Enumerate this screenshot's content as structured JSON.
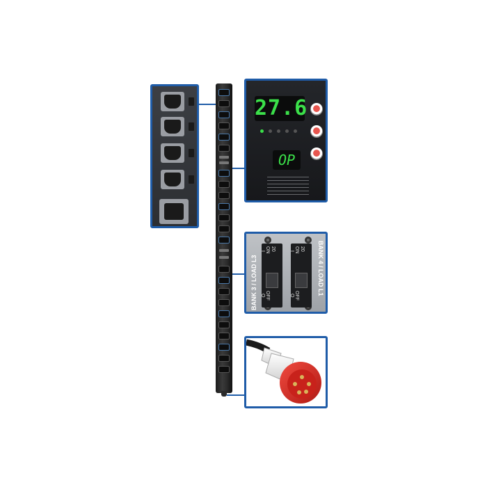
{
  "display": {
    "reading": "27.6",
    "mode": "OP"
  },
  "breakers": {
    "left_label": "BANK 3 / LOAD L3",
    "right_label": "BANK 4 / LOAD L1",
    "rating": "20",
    "on_label": "ON",
    "on_symbol": "I",
    "off_label": "OFF",
    "off_symbol": "O"
  },
  "colors": {
    "callout_border": "#1f5ca8",
    "lcd_green": "#3be04a",
    "plug_red": "#d8261f",
    "plug_white": "#f2f2f2"
  }
}
